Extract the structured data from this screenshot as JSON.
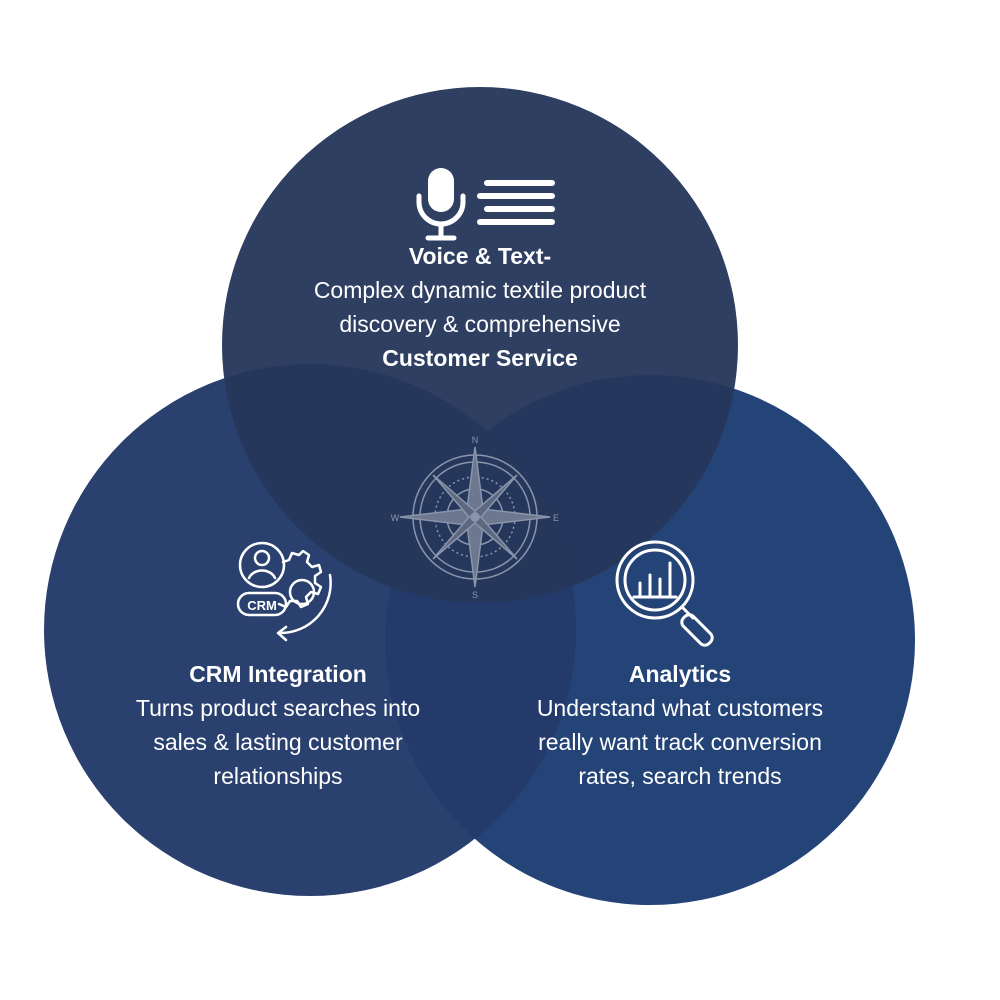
{
  "circles": {
    "top": {
      "color": "#26375c",
      "opacity": 0.96
    },
    "left": {
      "color": "#233a6a",
      "opacity": 0.97
    },
    "right": {
      "color": "#203f74",
      "opacity": 0.98
    }
  },
  "top_section": {
    "icon": "microphone-icon",
    "icon2": "text-lines-icon",
    "title": "Voice & Text-",
    "line1": "Complex dynamic textile product",
    "line2": "discovery  & comprehensive",
    "line3": "Customer Service"
  },
  "left_section": {
    "icon": "crm-gear-icon",
    "icon_label": "CRM",
    "title": "CRM Integration",
    "line1": "Turns product searches into",
    "line2": "sales & lasting customer",
    "line3": "relationships"
  },
  "right_section": {
    "icon": "magnifier-bar-chart-icon",
    "title": "Analytics",
    "line1": "Understand what customers",
    "line2": "really want track conversion",
    "line3": "rates, search trends"
  },
  "center": {
    "icon": "compass-rose-icon",
    "n": "N",
    "s": "S",
    "e": "E",
    "w": "W"
  }
}
